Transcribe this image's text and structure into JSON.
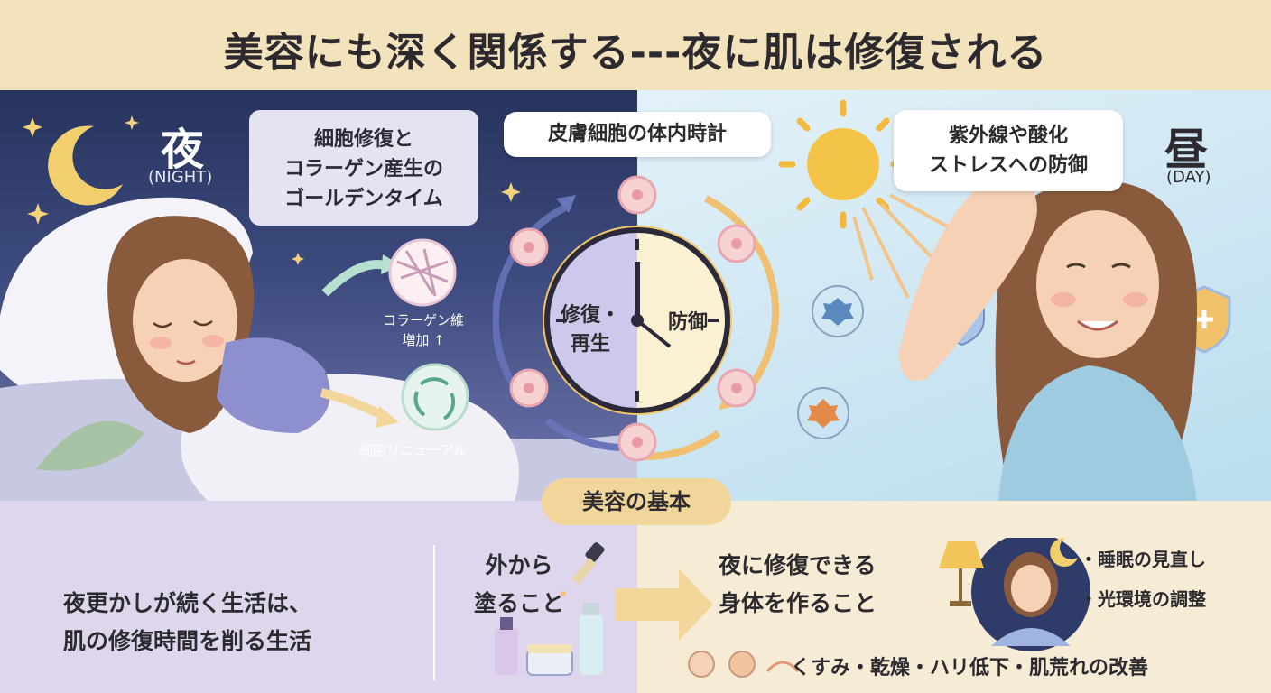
{
  "header": {
    "title": "美容にも深く関係する---夜に肌は修復される"
  },
  "night": {
    "kanji": "夜",
    "english": "(NIGHT)",
    "callout_lines": [
      "細胞修復と",
      "コラーゲン産生の",
      "ゴールデンタイム"
    ],
    "collagen_label_lines": [
      "コラーゲン維",
      "増加 ↑"
    ],
    "renewal_label": "細胞リニューアル"
  },
  "clock": {
    "callout": "皮膚細胞の体内時計",
    "repair_lines": [
      "修復・",
      "再生"
    ],
    "defense_label": "防御"
  },
  "day": {
    "kanji": "昼",
    "english": "(DAY)",
    "callout_lines": [
      "紫外線や酸化",
      "ストレスへの防御"
    ]
  },
  "bottom": {
    "badge": "美容の基本",
    "late_night_lines": [
      "夜更かしが続く生活は、",
      "肌の修復時間を削る生活"
    ],
    "apply_lines": [
      "外から",
      "塗ること"
    ],
    "body_lines": [
      "夜に修復できる",
      "身体を作ること"
    ],
    "bullets": [
      "・睡眠の見直し",
      "・光環境の調整"
    ],
    "benefits": "くすみ・乾燥・ハリ低下・肌荒れの改善"
  },
  "colors": {
    "night_bg": "#27345d",
    "day_bg": "#cfe7f3",
    "gold": "#f0c040",
    "badge": "#f0d69a"
  }
}
